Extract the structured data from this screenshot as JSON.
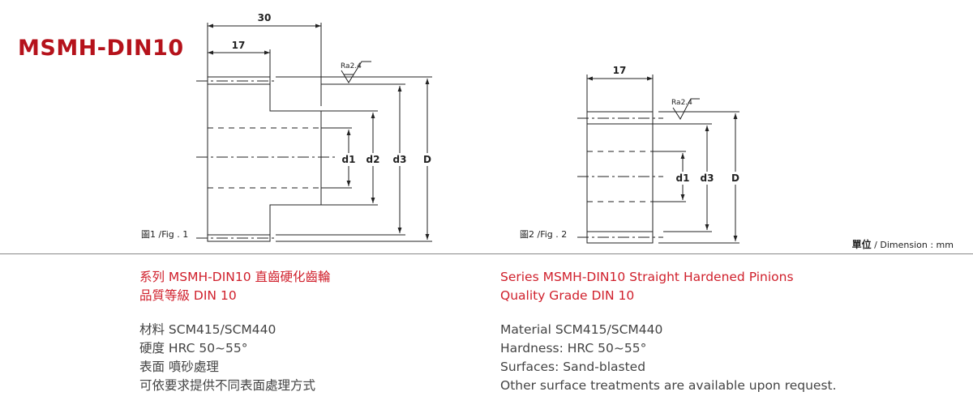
{
  "title": "MSMH-DIN10",
  "fig1": {
    "caption": "圖1 /Fig . 1",
    "dim_overall": "30",
    "dim_hub": "17",
    "roughness": "Ra2.4",
    "labels": {
      "d1": "d1",
      "d2": "d2",
      "d3": "d3",
      "D": "D"
    }
  },
  "fig2": {
    "caption": "圖2 /Fig . 2",
    "dim_width": "17",
    "roughness": "Ra2.4",
    "labels": {
      "d1": "d1",
      "d3": "d3",
      "D": "D"
    }
  },
  "unit": {
    "zh": "單位",
    "en": " / Dimension : mm"
  },
  "zh": {
    "series": "系列 MSMH-DIN10 直齒硬化齒輪",
    "grade": "品質等級 DIN 10",
    "material": "材料 SCM415/SCM440",
    "hardness": "硬度 HRC 50~55°",
    "surface": "表面 噴砂處理",
    "other": "可依要求提供不同表面處理方式"
  },
  "en": {
    "series": "Series MSMH-DIN10 Straight Hardened Pinions",
    "grade": "Quality Grade DIN 10",
    "material": "Material SCM415/SCM440",
    "hardness": "Hardness: HRC 50~55°",
    "surface": "Surfaces: Sand-blasted",
    "other": "Other surface treatments are available upon request."
  }
}
